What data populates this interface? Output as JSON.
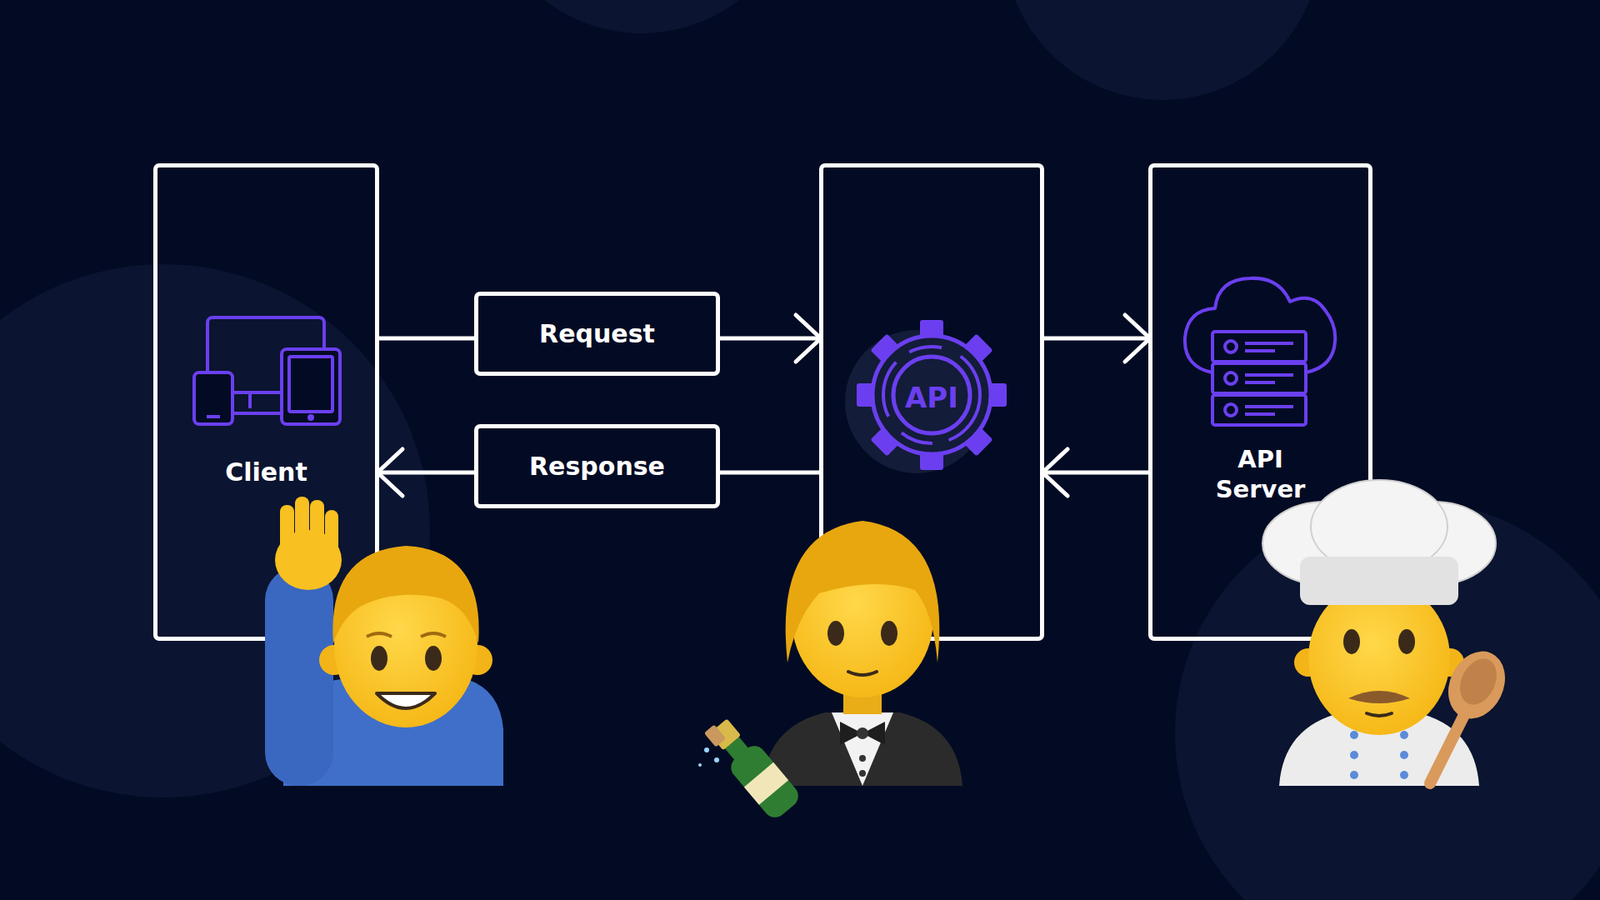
{
  "diagram": {
    "nodes": [
      {
        "text": [
          "Client"
        ]
      },
      {
        "text": [
          "Request"
        ]
      },
      {
        "text": [
          "API"
        ]
      },
      {
        "text": [
          "API Server"
        ]
      },
      {
        "text": [
          "Response"
        ]
      }
    ],
    "edges": [
      {
        "from": 0,
        "to": 1,
        "arrow": "none"
      },
      {
        "from": 1,
        "to": 2,
        "arrow": "to"
      },
      {
        "from": 2,
        "to": 3,
        "arrow": "to"
      },
      {
        "from": 3,
        "to": 2,
        "arrow": "to"
      },
      {
        "from": 2,
        "to": 4,
        "arrow": "none"
      },
      {
        "from": 4,
        "to": 0,
        "arrow": "to"
      }
    ]
  }
}
